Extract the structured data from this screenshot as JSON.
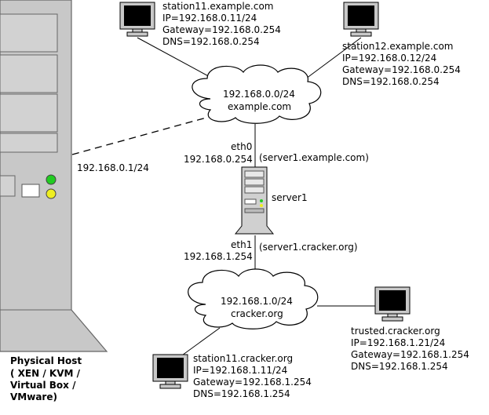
{
  "physical_host": {
    "label_lines": [
      "Physical Host",
      "( XEN / KVM /",
      "Virtual Box /",
      "VMware)"
    ],
    "link_ip": "192.168.0.1/24"
  },
  "networks": {
    "lan": {
      "subnet": "192.168.0.0/24",
      "domain": "example.com"
    },
    "dmz": {
      "subnet": "192.168.1.0/24",
      "domain": "cracker.org"
    }
  },
  "server": {
    "name": "server1",
    "eth0": {
      "iface": "eth0",
      "ip": "192.168.0.254",
      "hostname": "(server1.example.com)"
    },
    "eth1": {
      "iface": "eth1",
      "ip": "192.168.1.254",
      "hostname": "(server1.cracker.org)"
    }
  },
  "stations": {
    "station11_example": [
      "station11.example.com",
      "IP=192.168.0.11/24",
      "Gateway=192.168.0.254",
      "DNS=192.168.0.254"
    ],
    "station12_example": [
      "station12.example.com",
      "IP=192.168.0.12/24",
      "Gateway=192.168.0.254",
      "DNS=192.168.0.254"
    ],
    "trusted_cracker": [
      "trusted.cracker.org",
      "IP=192.168.1.21/24",
      "Gateway=192.168.1.254",
      "DNS=192.168.1.254"
    ],
    "station11_cracker": [
      "station11.cracker.org",
      "IP=192.168.1.11/24",
      "Gateway=192.168.1.254",
      "DNS=192.168.1.254"
    ]
  },
  "icons": {
    "monitor": "computer-monitor-icon",
    "tower": "server-tower-icon",
    "cloud": "network-cloud-icon",
    "host": "physical-host-tower-icon"
  },
  "colors": {
    "host_body": "#c8c8c8",
    "host_edge": "#666666",
    "led_green": "#22cc22",
    "led_yellow": "#eeee22",
    "screen": "#000000",
    "line": "#000000"
  }
}
